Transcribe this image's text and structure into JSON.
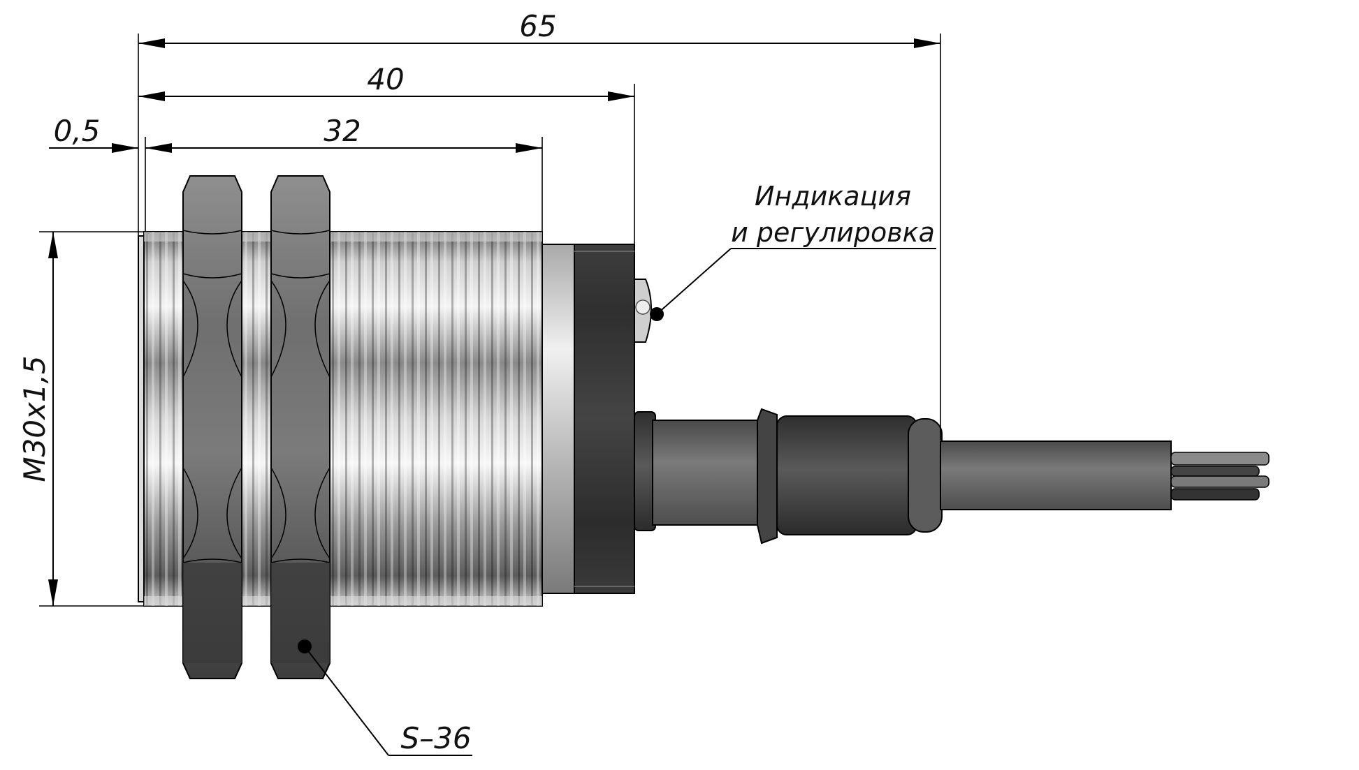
{
  "dimensions": {
    "overall_length": "65",
    "body_length": "40",
    "thread_length": "32",
    "face_offset": "0,5",
    "thread_spec": "M30x1,5"
  },
  "callouts": {
    "indication_line1": "Индикация",
    "indication_line2": "и регулировка",
    "wrench_size": "S–36"
  },
  "colors": {
    "background": "#ffffff",
    "metal_light": "#f2f2f2",
    "metal_mid": "#9a9a9a",
    "metal_dark": "#3a3a3a",
    "cable": "#6e6e6e",
    "line": "#000000"
  }
}
